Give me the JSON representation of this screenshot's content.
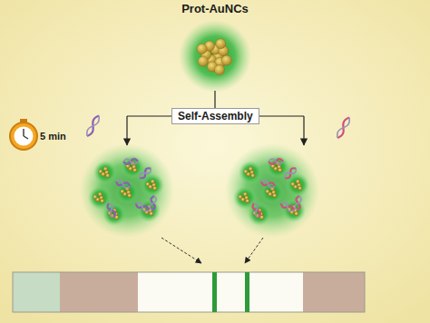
{
  "diagram": {
    "nodes": [
      {
        "text": [
          "Prot-AuNCs"
        ]
      }
    ],
    "labels": [
      "Self-Assembly",
      "5 min"
    ]
  }
}
